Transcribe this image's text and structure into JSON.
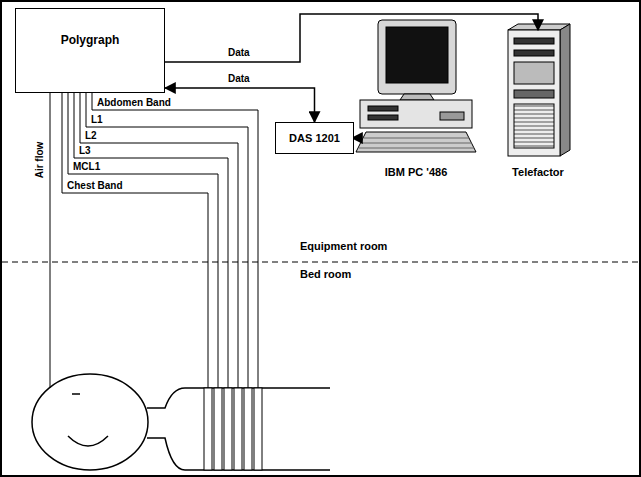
{
  "diagram": {
    "nodes": [
      {
        "text": [
          "Polygraph"
        ]
      },
      {
        "text": [
          "DAS 1201"
        ]
      },
      {
        "text": [
          "IBM PC '486"
        ]
      },
      {
        "text": [
          "Telefactor"
        ]
      }
    ],
    "edges": [
      {
        "from": 0,
        "to": 3,
        "label": "Data",
        "arrow": "to"
      },
      {
        "from": 0,
        "to": 1,
        "label": "Data",
        "arrow": "both"
      },
      {
        "from": 1,
        "to": 2,
        "arrow": "both"
      }
    ],
    "labels": [
      "Abdomen Band",
      "L1",
      "L2",
      "L3",
      "MCL1",
      "Chest Band",
      "Air flow",
      "Equipment room",
      "Bed room"
    ]
  }
}
